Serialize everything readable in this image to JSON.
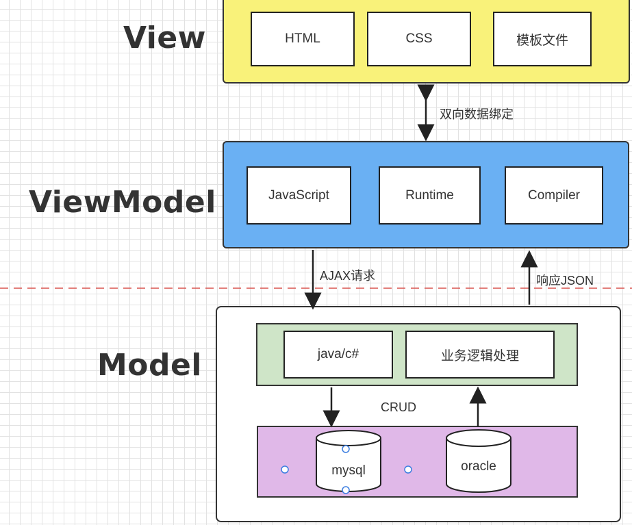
{
  "layers": {
    "view": {
      "label": "View",
      "components": [
        "HTML",
        "CSS",
        "模板文件"
      ],
      "color": "#f9f27a"
    },
    "viewmodel": {
      "label": "ViewModel",
      "components": [
        "JavaScript",
        "Runtime",
        "Compiler"
      ],
      "color": "#6ab0f3"
    },
    "model": {
      "label": "Model",
      "business": [
        "java/c#",
        "业务逻辑处理"
      ],
      "business_color": "#cfe5c8",
      "databases": [
        "mysql",
        "oracle"
      ],
      "database_color": "#e0b8e8"
    }
  },
  "arrows": {
    "binding": "双向数据绑定",
    "request": "AJAX请求",
    "response": "响应JSON",
    "crud": "CRUD"
  },
  "colors": {
    "separator": "#d9534f",
    "selection_handle": "#3b7de0"
  }
}
